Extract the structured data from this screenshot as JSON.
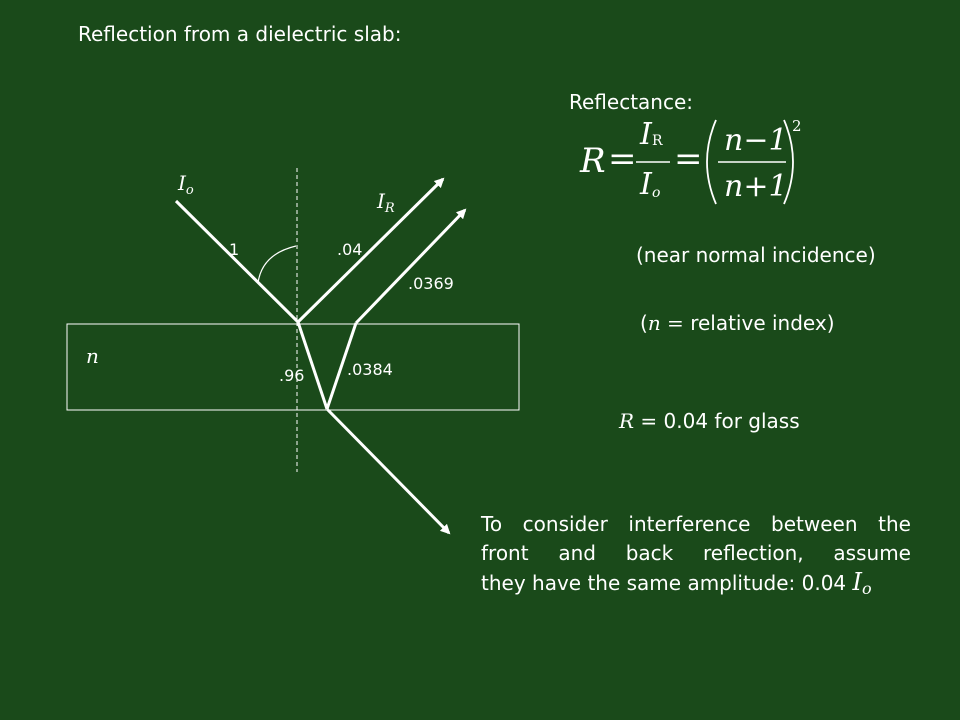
{
  "title": "Reflection from a dielectric slab:",
  "reflectance_heading": "Reflectance:",
  "formula": {
    "R": "R",
    "eq": "=",
    "I_R_num": "I",
    "I_R_sub": "R",
    "I_o_den": "I",
    "I_o_sub": "o",
    "num": "n−1",
    "den": "n+1",
    "exponent": "2"
  },
  "near_normal": "(near normal incidence)",
  "relative_index": {
    "open": "(",
    "n": "n",
    "eq": " = ",
    "text": "relative index)"
  },
  "glass": {
    "R": "R",
    "text": " = 0.04 for glass"
  },
  "diagram": {
    "incident_label": "I",
    "incident_sub": "o",
    "reflected_label": "I",
    "reflected_sub": "R",
    "medium_label": "n",
    "values": {
      "incident": "1",
      "first_reflection": ".04",
      "second_reflection": ".0369",
      "transmitted": ".96",
      "internal_reflection": ".0384"
    }
  },
  "paragraph": {
    "line1": "To consider interference between the",
    "line2": "front and back reflection, assume",
    "line3_text": "they have the same amplitude: 0.04 ",
    "line3_I": "I",
    "line3_sub": "o"
  },
  "colors": {
    "background": "#1a4a1a",
    "foreground": "#ffffff"
  }
}
